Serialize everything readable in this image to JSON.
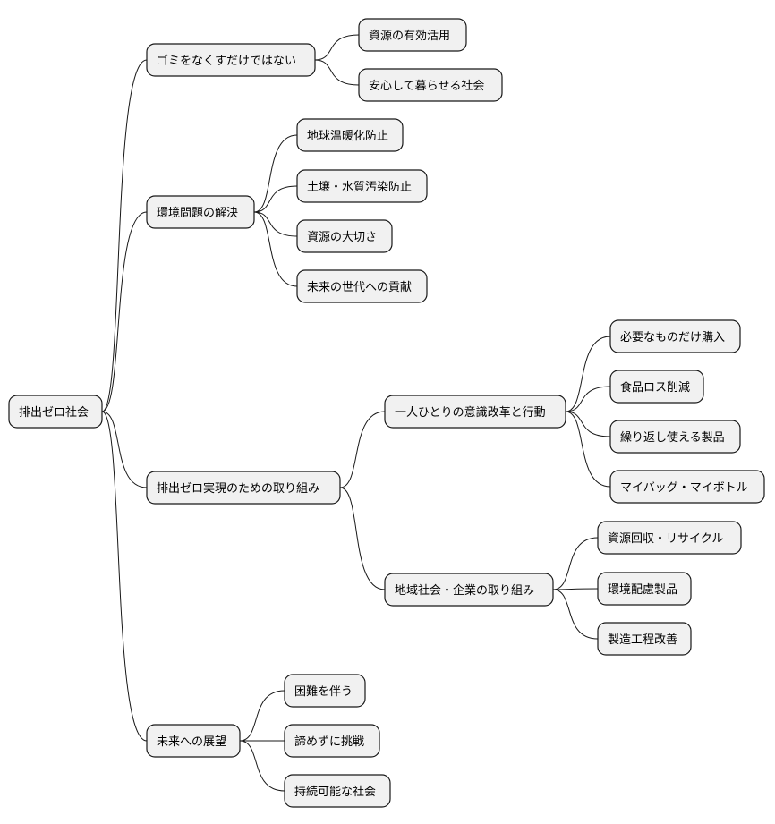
{
  "mindmap": {
    "root": {
      "id": "n0",
      "label": "排出ゼロ社会",
      "children": [
        {
          "id": "n1",
          "label": "ゴミをなくすだけではない",
          "children": [
            {
              "id": "n1a",
              "label": "資源の有効活用"
            },
            {
              "id": "n1b",
              "label": "安心して暮らせる社会"
            }
          ]
        },
        {
          "id": "n2",
          "label": "環境問題の解決",
          "children": [
            {
              "id": "n2a",
              "label": "地球温暖化防止"
            },
            {
              "id": "n2b",
              "label": "土壌・水質汚染防止"
            },
            {
              "id": "n2c",
              "label": "資源の大切さ"
            },
            {
              "id": "n2d",
              "label": "未来の世代への貢献"
            }
          ]
        },
        {
          "id": "n3",
          "label": "排出ゼロ実現のための取り組み",
          "children": [
            {
              "id": "n3a",
              "label": "一人ひとりの意識改革と行動",
              "children": [
                {
                  "id": "n3a1",
                  "label": "必要なものだけ購入"
                },
                {
                  "id": "n3a2",
                  "label": "食品ロス削減"
                },
                {
                  "id": "n3a3",
                  "label": "繰り返し使える製品"
                },
                {
                  "id": "n3a4",
                  "label": "マイバッグ・マイボトル"
                }
              ]
            },
            {
              "id": "n3b",
              "label": "地域社会・企業の取り組み",
              "children": [
                {
                  "id": "n3b1",
                  "label": "資源回収・リサイクル"
                },
                {
                  "id": "n3b2",
                  "label": "環境配慮製品"
                },
                {
                  "id": "n3b3",
                  "label": "製造工程改善"
                }
              ]
            }
          ]
        },
        {
          "id": "n4",
          "label": "未来への展望",
          "children": [
            {
              "id": "n4a",
              "label": "困難を伴う"
            },
            {
              "id": "n4b",
              "label": "諦めずに挑戦"
            },
            {
              "id": "n4c",
              "label": "持続可能な社会"
            }
          ]
        }
      ]
    }
  }
}
